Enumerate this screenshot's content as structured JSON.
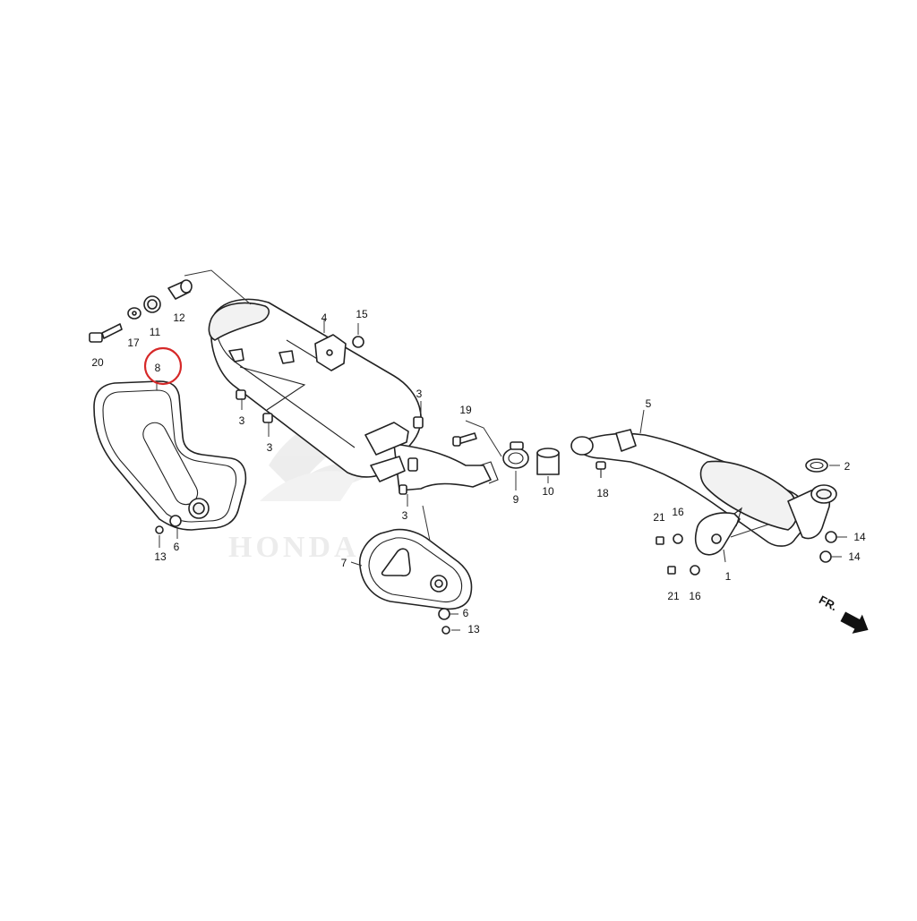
{
  "diagram": {
    "brand_watermark": "HONDA",
    "front_indicator": "FR.",
    "highlight_color": "#d62828",
    "line_color": "#222222",
    "callouts": {
      "c1": "1",
      "c2": "2",
      "c3a": "3",
      "c3b": "3",
      "c3c": "3",
      "c3d": "3",
      "c4": "4",
      "c5": "5",
      "c6a": "6",
      "c6b": "6",
      "c7": "7",
      "c8": "8",
      "c9": "9",
      "c10": "10",
      "c11": "11",
      "c12": "12",
      "c13a": "13",
      "c13b": "13",
      "c14a": "14",
      "c14b": "14",
      "c15": "15",
      "c16a": "16",
      "c16b": "16",
      "c17": "17",
      "c18": "18",
      "c19": "19",
      "c20": "20",
      "c21a": "21",
      "c21b": "21"
    },
    "highlighted_part": "8"
  }
}
